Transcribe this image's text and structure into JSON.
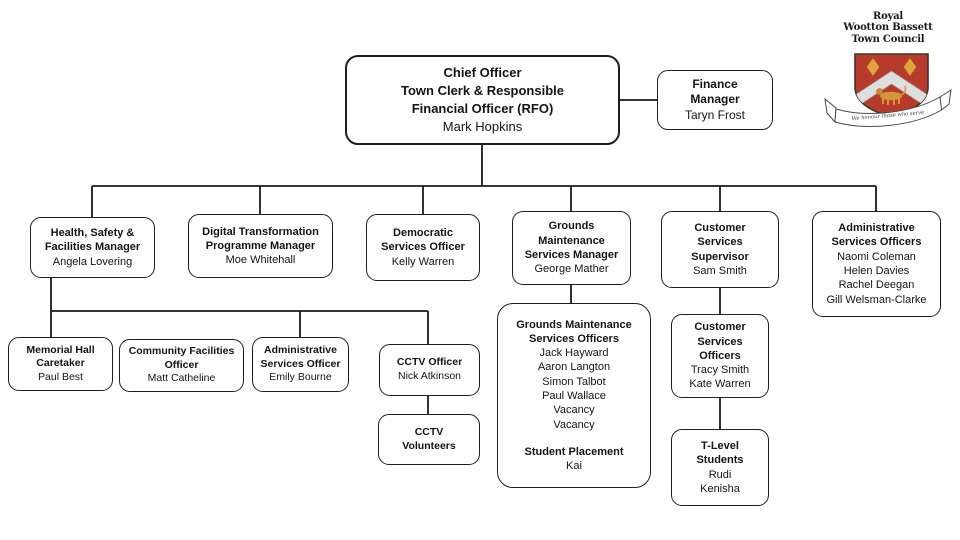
{
  "page": {
    "background": "#ffffff"
  },
  "logo": {
    "org_name_lines": [
      "Royal",
      "Wootton Bassett",
      "Town Council"
    ],
    "motto": "We honour those who serve",
    "colors": {
      "shield_red": "#b83a2a",
      "gold": "#e2a33e",
      "chevron_silver": "#dedede",
      "outline": "#3c3430"
    }
  },
  "org_chart": {
    "nodes": {
      "chief": {
        "title_lines": [
          "Chief Officer",
          "Town Clerk & Responsible",
          "Financial Officer (RFO)"
        ],
        "people": [
          "Mark Hopkins"
        ]
      },
      "finance": {
        "title_lines": [
          "Finance",
          "Manager"
        ],
        "people": [
          "Taryn Frost"
        ]
      },
      "health": {
        "title_lines": [
          "Health, Safety &",
          "Facilities Manager"
        ],
        "people": [
          "Angela Lovering"
        ]
      },
      "digital": {
        "title_lines": [
          "Digital Transformation",
          "Programme Manager"
        ],
        "people": [
          "Moe Whitehall"
        ]
      },
      "democratic": {
        "title_lines": [
          "Democratic",
          "Services Officer"
        ],
        "people": [
          "Kelly Warren"
        ]
      },
      "grounds_mgr": {
        "title_lines": [
          "Grounds",
          "Maintenance",
          "Services Manager"
        ],
        "people": [
          "George Mather"
        ]
      },
      "customer_sup": {
        "title_lines": [
          "Customer",
          "Services",
          "Supervisor"
        ],
        "people": [
          "Sam Smith"
        ]
      },
      "admin_officers": {
        "title_lines": [
          "Administrative",
          "Services Officers"
        ],
        "people": [
          "Naomi Coleman",
          "Helen Davies",
          "Rachel Deegan",
          "Gill Welsman-Clarke"
        ]
      },
      "memorial": {
        "title_lines": [
          "Memorial Hall",
          "Caretaker"
        ],
        "people": [
          "Paul Best"
        ]
      },
      "community": {
        "title_lines": [
          "Community Facilities",
          "Officer"
        ],
        "people": [
          "Matt Catheline"
        ]
      },
      "admin_officer": {
        "title_lines": [
          "Administrative",
          "Services Officer"
        ],
        "people": [
          "Emily Bourne"
        ]
      },
      "cctv_officer": {
        "title_lines": [
          "CCTV Officer"
        ],
        "people": [
          "Nick Atkinson"
        ]
      },
      "cctv_volunteers": {
        "title_lines": [
          "CCTV",
          "Volunteers"
        ],
        "people": []
      },
      "grounds_officers": {
        "title_lines": [
          "Grounds Maintenance",
          "Services Officers"
        ],
        "people": [
          "Jack Hayward",
          "Aaron Langton",
          "Simon Talbot",
          "Paul Wallace",
          "Vacancy",
          "Vacancy"
        ],
        "subtitle": "Student Placement",
        "sub_people": [
          "Kai"
        ]
      },
      "cs_officers": {
        "title_lines": [
          "Customer",
          "Services",
          "Officers"
        ],
        "people": [
          "Tracy Smith",
          "Kate Warren"
        ]
      },
      "tlevel": {
        "title_lines": [
          "T-Level",
          "Students"
        ],
        "people": [
          "Rudi",
          "Kenisha"
        ]
      }
    }
  }
}
